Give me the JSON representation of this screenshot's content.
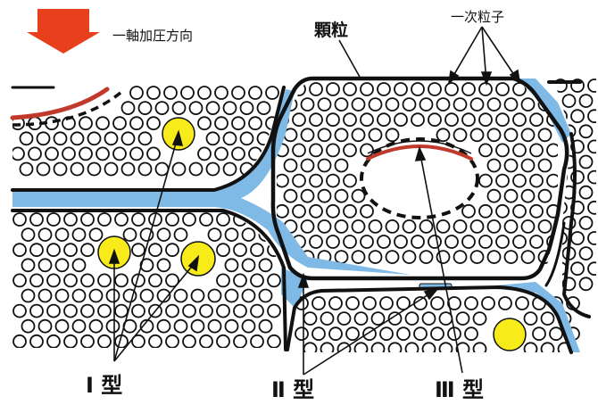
{
  "labels": {
    "compression_direction": "一軸加圧方向",
    "granule": "顆粒",
    "primary_particle": "一次粒子",
    "type_1": "Ⅰ 型",
    "type_2": "Ⅱ 型",
    "type_3": "Ⅲ 型"
  },
  "colors": {
    "arrow_red": "#e8401c",
    "pore_blue": "#7fb9e6",
    "crack_red": "#c0392b",
    "void_yellow": "#f7ec1a",
    "outline": "#111111"
  },
  "icons": {
    "compression_arrow": "down-arrow-icon"
  }
}
